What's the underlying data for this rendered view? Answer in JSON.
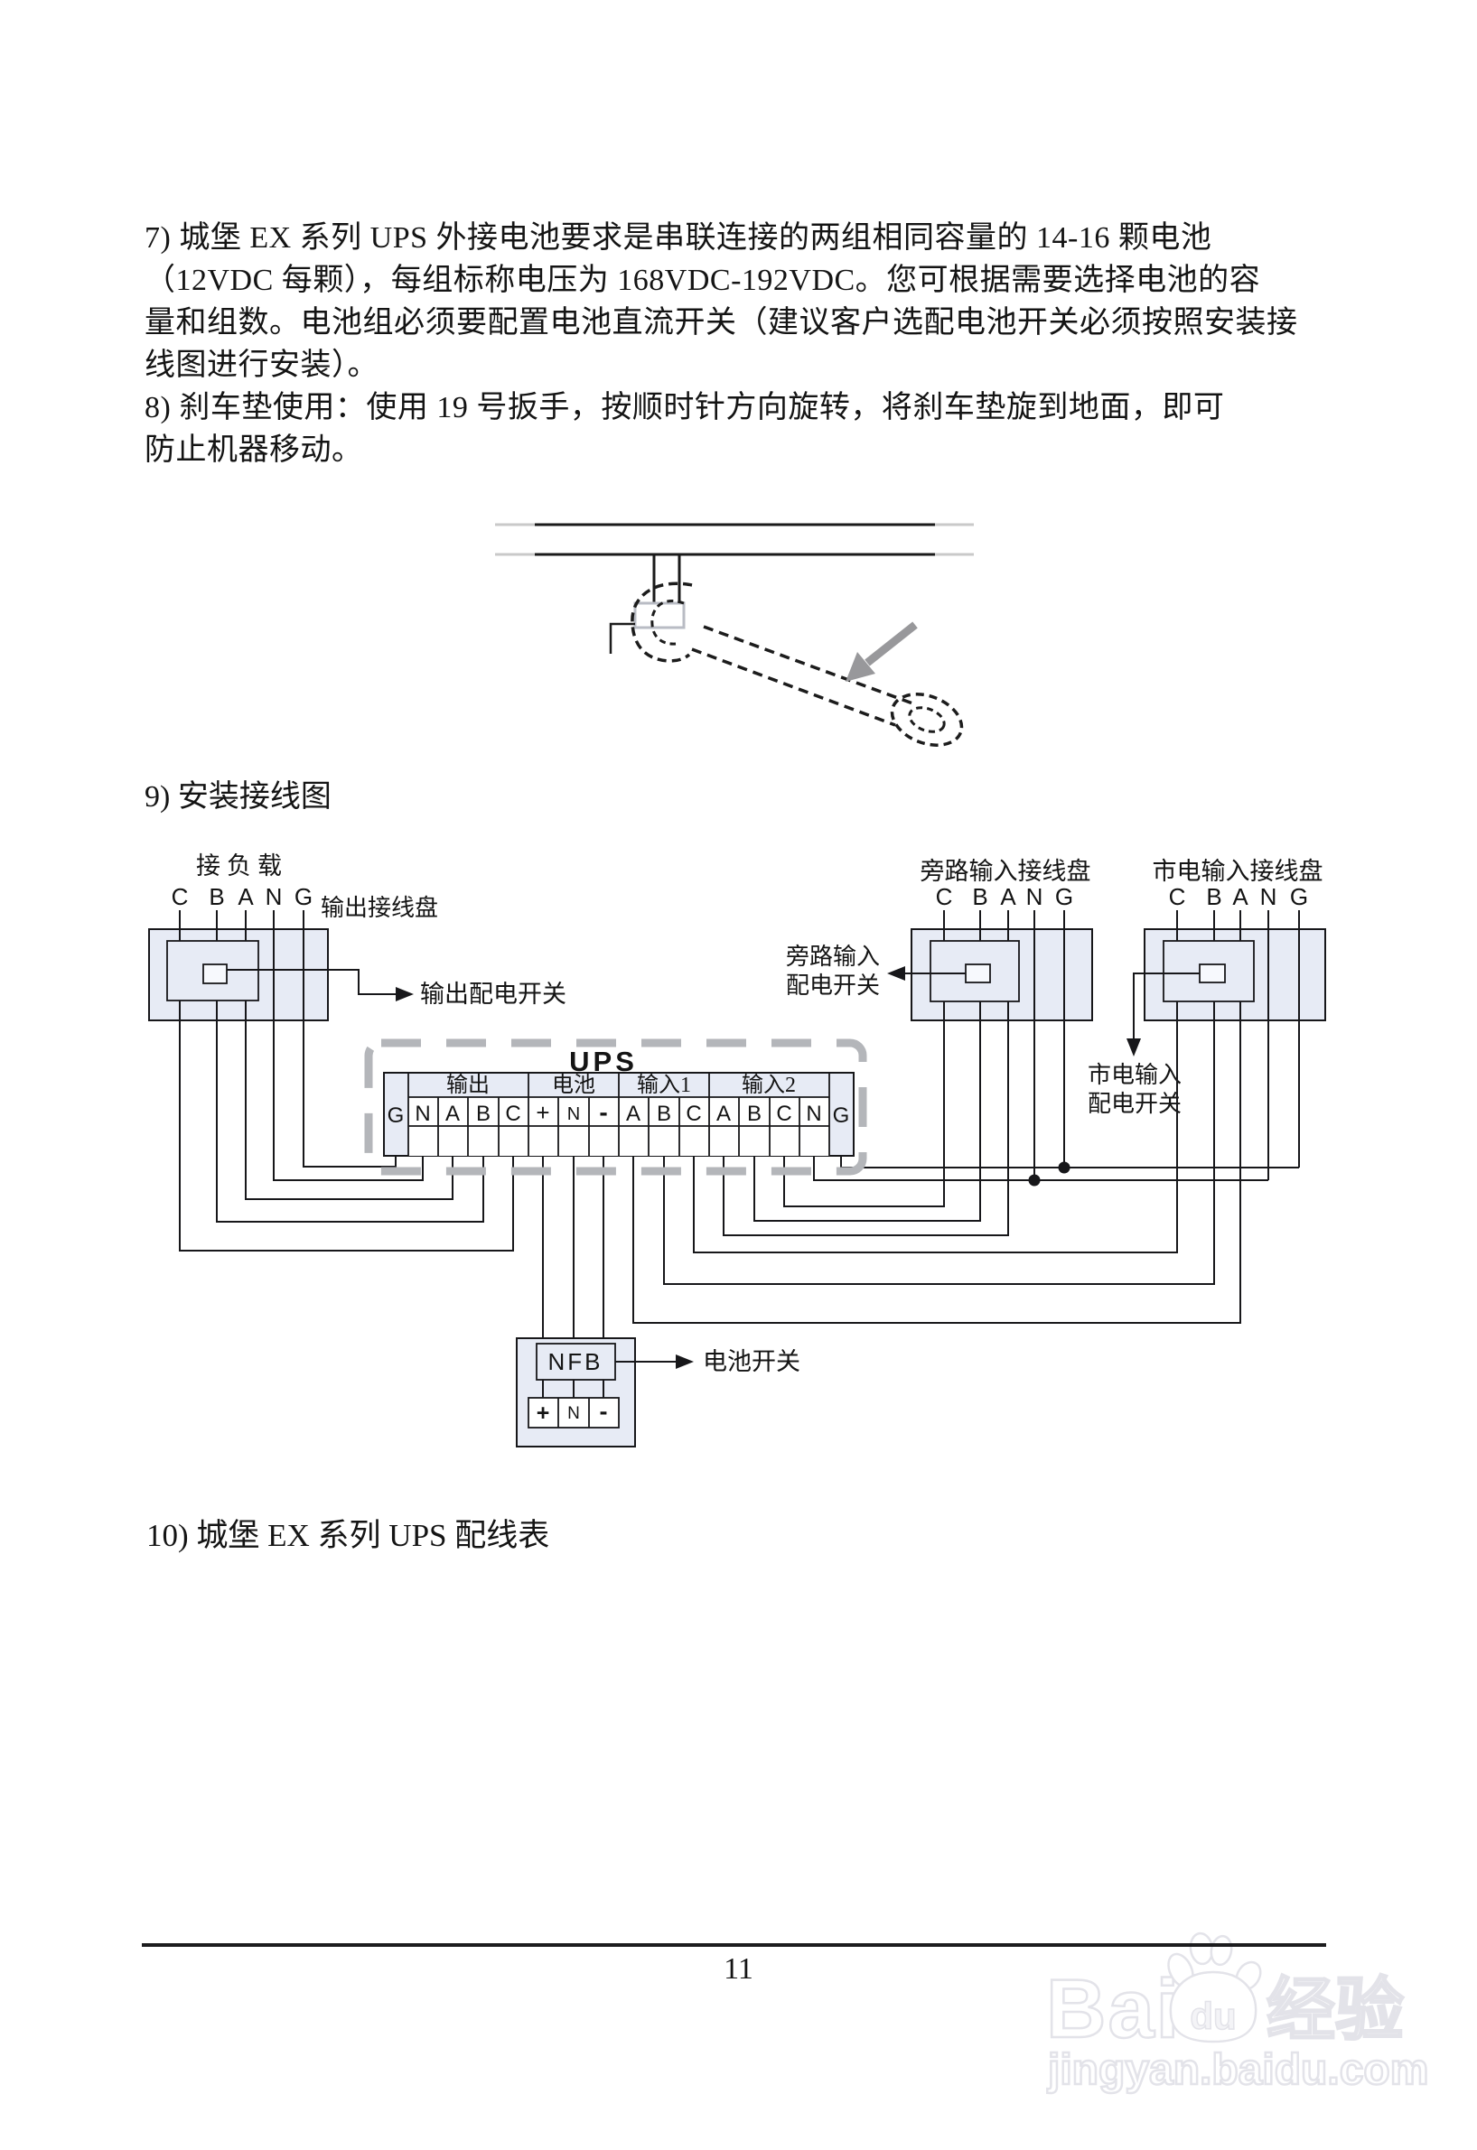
{
  "colors": {
    "block_fill": "#e7ebf5",
    "wire": "#17171a",
    "ups_dash_gray": "#b4b6ba",
    "watermark_gray": "#e3e3e9",
    "text": "#141414"
  },
  "page": {
    "lines": [
      "7) 城堡 EX 系列 UPS 外接电池要求是串联连接的两组相同容量的 14-16  颗电池",
      "（12VDC 每颗），每组标称电压为 168VDC-192VDC。您可根据需要选择电池的容",
      "量和组数。电池组必须要配置电池直流开关（建议客户选配电池开关必须按照安装接",
      "线图进行安装）。",
      "8) 刹车垫使用：使用 19 号扳手，按顺时针方向旋转，将刹车垫旋到地面，即可",
      "防止机器移动。"
    ],
    "heading9": "9) 安装接线图",
    "heading10": "10) 城堡 EX 系列 UPS 配线表",
    "page_number": "11"
  },
  "diagram": {
    "load_label": "接负载",
    "output_panel": "输出接线盘",
    "output_switch": "输出配电开关",
    "bypass_panel": "旁路输入接线盘",
    "bypass_switch_line1": "旁路输入",
    "bypass_switch_line2": "配电开关",
    "mains_panel": "市电输入接线盘",
    "mains_switch_line1": "市电输入",
    "mains_switch_line2": "配电开关",
    "terminals": [
      "C",
      "B",
      "A",
      "N",
      "G"
    ],
    "ups_label": "UPS",
    "groups": [
      "输出",
      "电池",
      "输入1",
      "输入2"
    ],
    "cells": [
      "G",
      "N",
      "A",
      "B",
      "C",
      "+",
      "N",
      "-",
      "A",
      "B",
      "C",
      "A",
      "B",
      "C",
      "N",
      "G"
    ],
    "nfb_label": "NFB",
    "nfb_terminals": [
      "+",
      "N",
      "-"
    ],
    "battery_switch": "电池开关"
  },
  "watermark": {
    "brand": "Bai",
    "du": "du",
    "suffix": "经验",
    "domain": "jingyan.baidu.com"
  }
}
